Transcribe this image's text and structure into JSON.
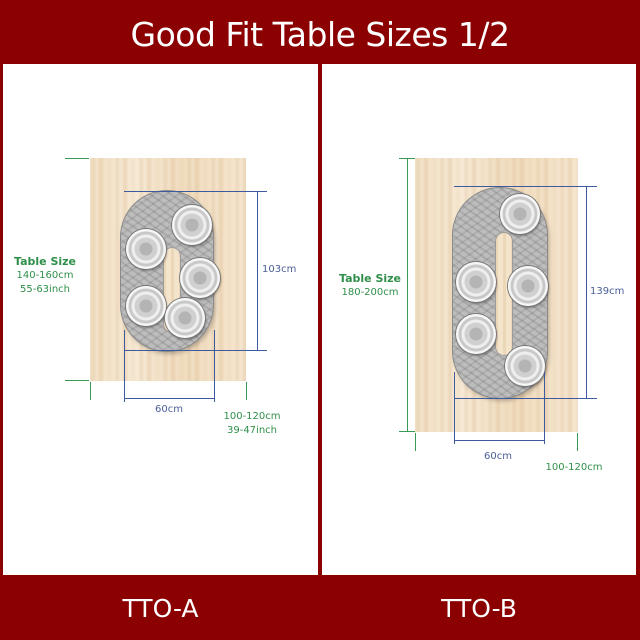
{
  "title": "Good Fit Table Sizes  1/2",
  "colors": {
    "background": "#8b0000",
    "panel": "#ffffff",
    "dimension_blue": "#3d5a9e",
    "dimension_green": "#3a9a55"
  },
  "panels": [
    {
      "model": "TTO-A",
      "table_size_label": "Table Size",
      "table_length_cm": "140-160cm",
      "table_length_inch": "55-63inch",
      "product_length": "103cm",
      "product_width": "60cm",
      "table_width_cm": "100-120cm",
      "table_width_inch": "39-47inch",
      "cup_holders": 5
    },
    {
      "model": "TTO-B",
      "table_size_label": "Table Size",
      "table_length_cm": "180-200cm",
      "product_length": "139cm",
      "product_width": "60cm",
      "table_width_cm": "100-120cm",
      "cup_holders": 5
    }
  ]
}
